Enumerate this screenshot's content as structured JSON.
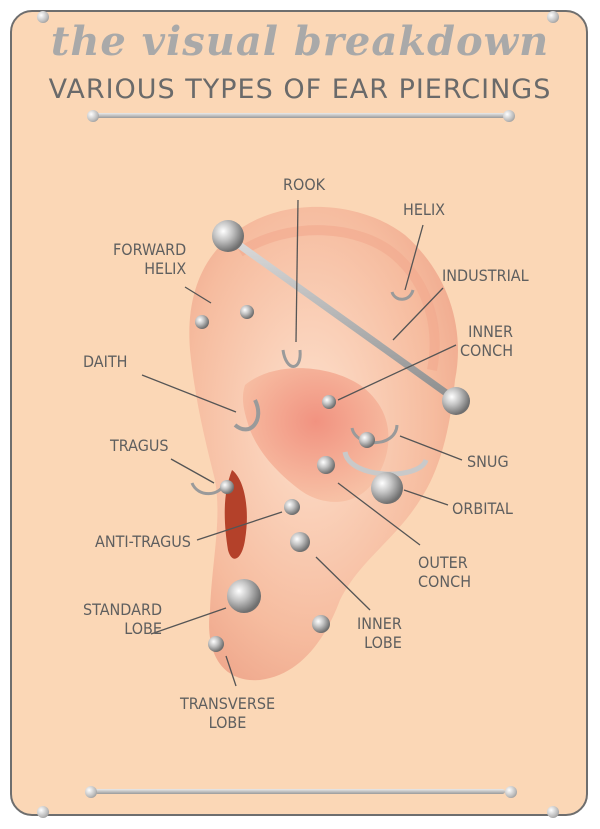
{
  "header": {
    "title": "the visual breakdown",
    "subtitle": "VARIOUS TYPES OF EAR PIERCINGS"
  },
  "labels": {
    "rook": [
      "ROOK"
    ],
    "helix": [
      "HELIX"
    ],
    "forward_helix": [
      "FORWARD",
      "HELIX"
    ],
    "industrial": [
      "INDUSTRIAL"
    ],
    "inner_conch": [
      "INNER",
      "CONCH"
    ],
    "daith": [
      "DAITH"
    ],
    "tragus": [
      "TRAGUS"
    ],
    "snug": [
      "SNUG"
    ],
    "orbital": [
      "ORBITAL"
    ],
    "anti_tragus": [
      "ANTI-TRAGUS"
    ],
    "outer_conch": [
      "OUTER",
      "CONCH"
    ],
    "standard_lobe": [
      "STANDARD",
      "LOBE"
    ],
    "inner_lobe": [
      "INNER",
      "LOBE"
    ],
    "transverse_lobe": [
      "TRANSVERSE",
      "LOBE"
    ]
  },
  "colors": {
    "background": "#fbd7b6",
    "skin": "#f6b79a",
    "metal": "#a8a8a8",
    "text": "#5f5f5f"
  }
}
